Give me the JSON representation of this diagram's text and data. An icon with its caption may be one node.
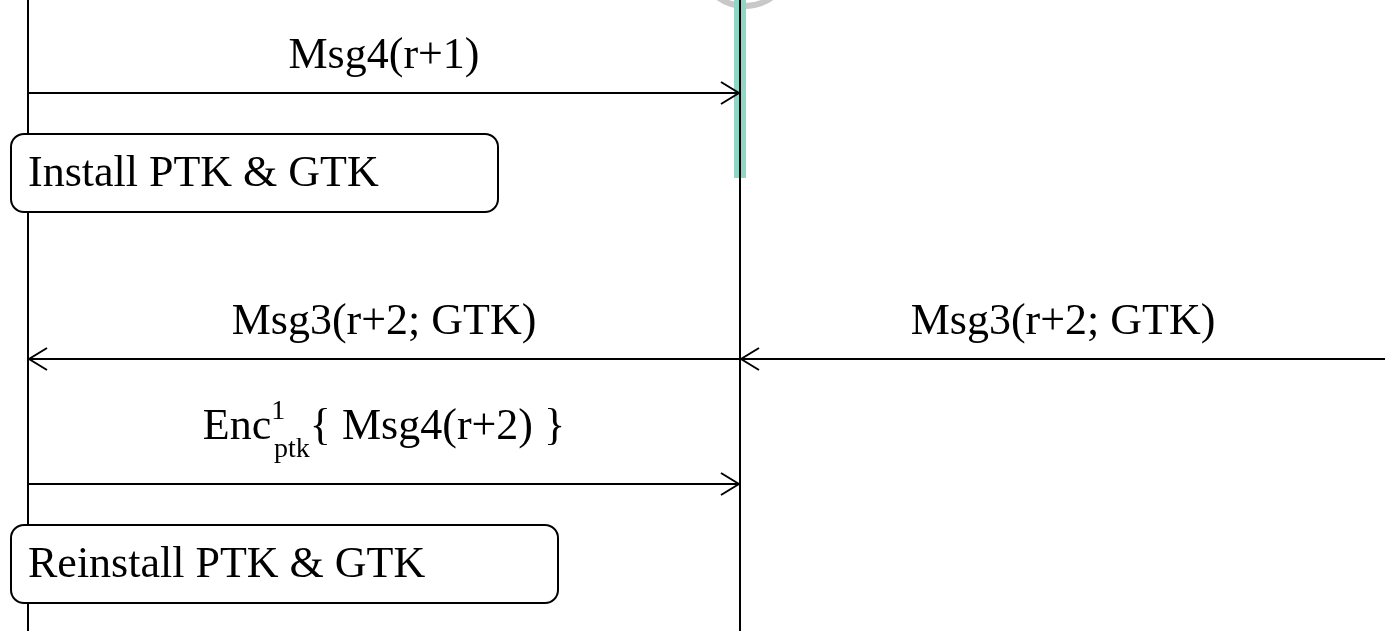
{
  "diagram": {
    "nodes": [
      {
        "text": [],
        "shape": "bar"
      },
      {
        "text": [],
        "shape": "bar"
      },
      {
        "text": [
          "Install PTK & GTK"
        ]
      },
      {
        "text": [
          "Reinstall PTK & GTK"
        ]
      }
    ],
    "edges": [
      {
        "from": 0,
        "to": 1,
        "arrow": "to",
        "label": "Msg4(r+1)"
      },
      {
        "from": 1,
        "to": 0,
        "arrow": "to",
        "label": "Msg3(r+2; GTK)"
      },
      {
        "from": null,
        "to": 1,
        "arrow": "to",
        "label": "Msg3(r+2; GTK)"
      },
      {
        "from": 0,
        "to": 1,
        "arrow": "to",
        "label": "Enc$^{1}$$_{ptk}${ Msg4(r+2) }"
      }
    ]
  }
}
